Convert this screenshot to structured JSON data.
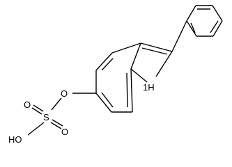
{
  "molecule": {
    "atom_labels": {
      "nh": "1H",
      "o_ester": "O",
      "s": "S",
      "o_top": "O",
      "o_bottom": "O",
      "ho": "HO"
    }
  }
}
